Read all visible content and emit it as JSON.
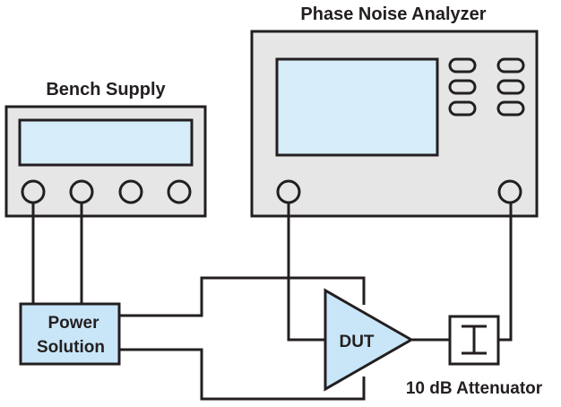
{
  "diagram": {
    "bench_supply": {
      "title": "Bench Supply",
      "knob_count": 4
    },
    "phase_noise_analyzer": {
      "title": "Phase Noise Analyzer",
      "button_count": 6,
      "port_count": 2
    },
    "power_solution": {
      "line1": "Power",
      "line2": "Solution"
    },
    "dut": {
      "label": "DUT"
    },
    "attenuator": {
      "label": "10 dB Attenuator"
    },
    "colors": {
      "stroke": "#231f20",
      "panel": "#e6e6e7",
      "screen": "#d6ecf9",
      "block": "#c9e6f8"
    }
  }
}
